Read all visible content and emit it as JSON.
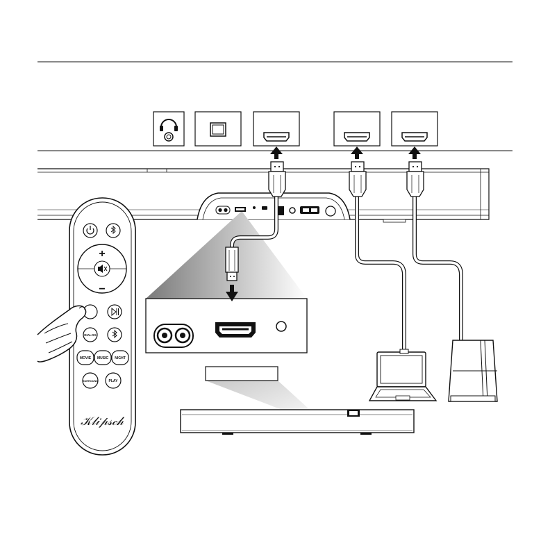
{
  "port_icons": [
    {
      "name": "headphone-jack-icon"
    },
    {
      "name": "optical-port-icon"
    },
    {
      "name": "hdmi-arc-port-icon"
    },
    {
      "name": "hdmi-in-1-port-icon"
    },
    {
      "name": "hdmi-in-2-port-icon"
    }
  ],
  "remote": {
    "brand": "Klipsch",
    "buttons": [
      {
        "key": "power",
        "label": "",
        "icon": "power-icon"
      },
      {
        "key": "bluetooth",
        "label": "",
        "icon": "bluetooth-icon"
      },
      {
        "key": "volume_up",
        "label": "+",
        "icon": "plus-icon"
      },
      {
        "key": "mute",
        "label": "",
        "icon": "mute-icon"
      },
      {
        "key": "volume_down",
        "label": "−",
        "icon": "minus-icon"
      },
      {
        "key": "input",
        "label": "",
        "icon": "input-icon"
      },
      {
        "key": "play_pause",
        "label": "",
        "icon": "play-pause-icon"
      },
      {
        "key": "dialog",
        "label": "DIALOG",
        "icon": ""
      },
      {
        "key": "bt_pair",
        "label": "",
        "icon": "bluetooth-pair-icon"
      },
      {
        "key": "movie",
        "label": "MOVIE",
        "icon": ""
      },
      {
        "key": "music",
        "label": "MUSIC",
        "icon": ""
      },
      {
        "key": "night",
        "label": "NIGHT",
        "icon": ""
      },
      {
        "key": "surround",
        "label": "SURROUND",
        "icon": ""
      },
      {
        "key": "play",
        "label": "PLAY",
        "icon": ""
      }
    ]
  },
  "callout_label": "",
  "colors": {
    "line": "#111111",
    "callout_gradient_start": "#7a7a7a",
    "callout_gradient_end": "#ffffff",
    "device_fill": "#ffffff"
  }
}
